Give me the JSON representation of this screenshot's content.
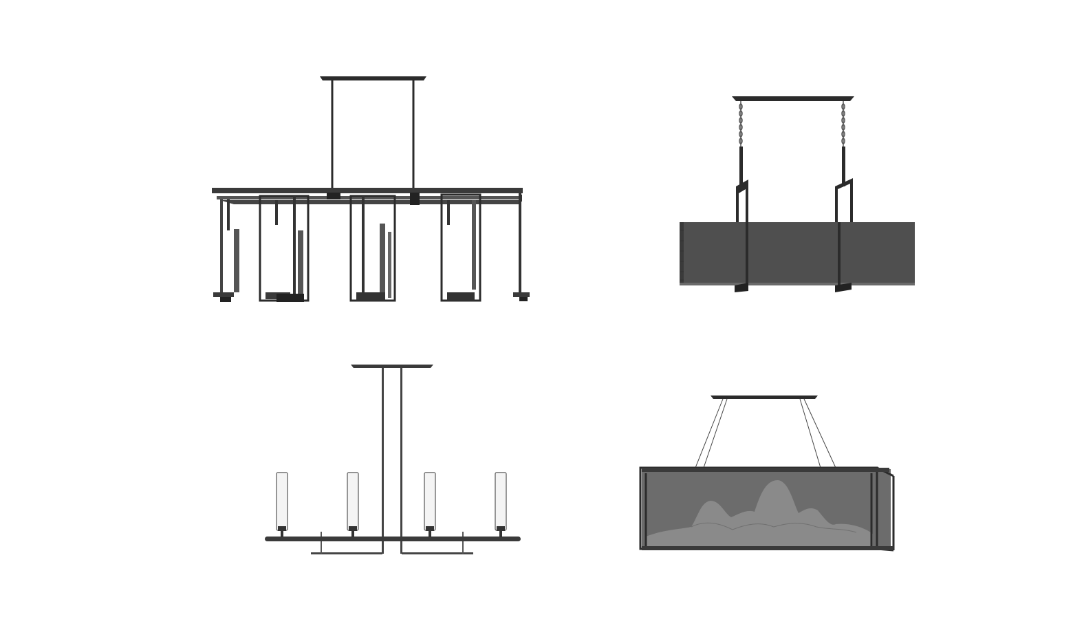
{
  "palette": {
    "background": "#ffffff",
    "metal_dark": "#2b2b2b",
    "metal_mid": "#4a4a4a",
    "shade_dark": "#4f4f4f",
    "glass": "#6c6c6c",
    "mountain": "#8a8a8a",
    "tube_light": "#f4f4f4"
  },
  "fixtures": [
    {
      "name": "linear-cage-pendant",
      "icon": "chandelier-cage-icon"
    },
    {
      "name": "drum-shade-pendant",
      "icon": "chandelier-shade-icon"
    },
    {
      "name": "candle-bar-pendant",
      "icon": "chandelier-candle-icon"
    },
    {
      "name": "landscape-box-pendant",
      "icon": "chandelier-landscape-icon"
    }
  ]
}
